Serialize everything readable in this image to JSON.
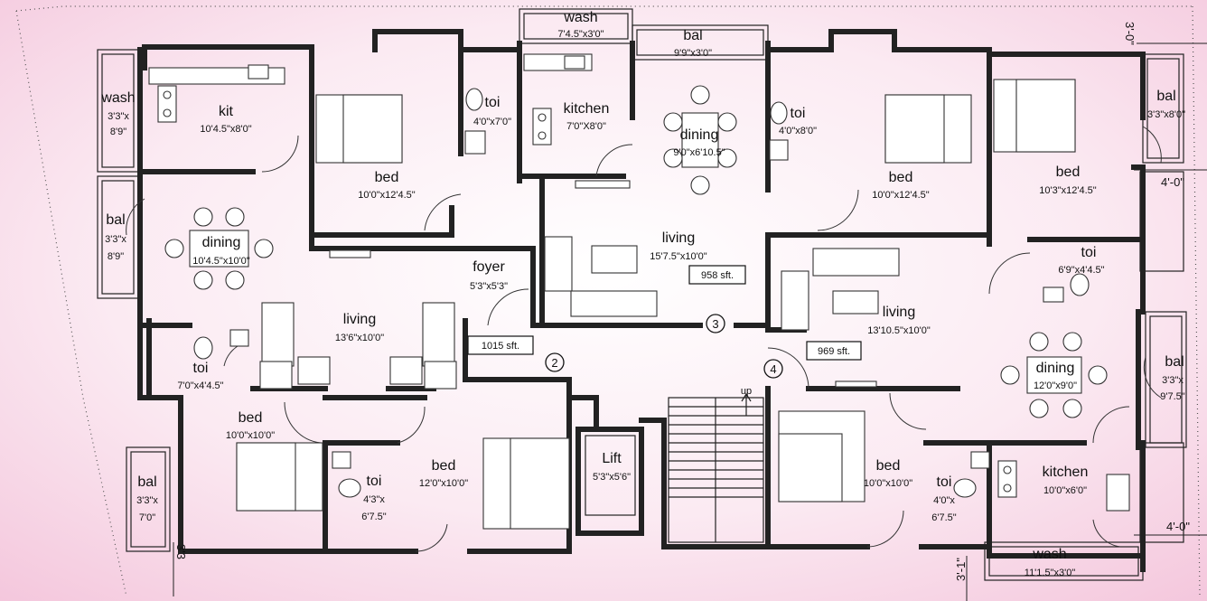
{
  "colors": {
    "background_center": "#ffffff",
    "background_edge": "#f4c6dc",
    "wall": "#222222"
  },
  "areas": {
    "a1015": "1015 sft.",
    "a958": "958 sft.",
    "a969": "969 sft."
  },
  "markers": {
    "m2": "2",
    "m3": "3",
    "m4": "4"
  },
  "rooms": {
    "wash_w": {
      "name": "wash",
      "d1": "3'3\"x",
      "d2": "8'9\""
    },
    "kit_w": {
      "name": "kit",
      "d1": "10'4.5\"x8'0\""
    },
    "bal_w": {
      "name": "bal",
      "d1": "3'3\"x",
      "d2": "8'9\""
    },
    "dining_w": {
      "name": "dining",
      "d1": "10'4.5\"x10'0\""
    },
    "toi_w": {
      "name": "toi",
      "d1": "7'0\"x4'4.5\""
    },
    "living_w": {
      "name": "living",
      "d1": "13'6\"x10'0\""
    },
    "bed_sw": {
      "name": "bed",
      "d1": "10'0\"x10'0\""
    },
    "bal_sw": {
      "name": "bal",
      "d1": "3'3\"x",
      "d2": "7'0\""
    },
    "toi_sw": {
      "name": "toi",
      "d1": "4'3\"x",
      "d2": "6'7.5\""
    },
    "bed_sc": {
      "name": "bed",
      "d1": "12'0\"x10'0\""
    },
    "bed_nw": {
      "name": "bed",
      "d1": "10'0\"x12'4.5\""
    },
    "toi_nw": {
      "name": "toi",
      "d1": "4'0\"x7'0\""
    },
    "foyer": {
      "name": "foyer",
      "d1": "5'3\"x5'3\""
    },
    "wash_n": {
      "name": "wash",
      "d1": "7'4.5\"x3'0\""
    },
    "kitchen_n": {
      "name": "kitchen",
      "d1": "7'0\"X8'0\""
    },
    "bal_n": {
      "name": "bal",
      "d1": "9'9\"x3'0\""
    },
    "dining_n": {
      "name": "dining",
      "d1": "9'0\"x6'10.5\""
    },
    "living_n": {
      "name": "living",
      "d1": "15'7.5\"x10'0\""
    },
    "toi_ne": {
      "name": "toi",
      "d1": "4'0\"x8'0\""
    },
    "bed_ne": {
      "name": "bed",
      "d1": "10'0\"x12'4.5\""
    },
    "bed_e": {
      "name": "bed",
      "d1": "10'3\"x12'4.5\""
    },
    "bal_ne": {
      "name": "bal",
      "d1": "3'3\"x8'0\""
    },
    "toi_e": {
      "name": "toi",
      "d1": "6'9\"x4'4.5\""
    },
    "living_e": {
      "name": "living",
      "d1": "13'10.5\"x10'0\""
    },
    "dining_e": {
      "name": "dining",
      "d1": "12'0\"x9'0\""
    },
    "bal_e": {
      "name": "bal",
      "d1": "3'3\"x",
      "d2": "9'7.5\""
    },
    "kitchen_e": {
      "name": "kitchen",
      "d1": "10'0\"x6'0\""
    },
    "wash_se": {
      "name": "wash",
      "d1": "11'1.5\"x3'0\""
    },
    "bed_se": {
      "name": "bed",
      "d1": "10'0\"x10'0\""
    },
    "toi_se": {
      "name": "toi",
      "d1": "4'0\"x",
      "d2": "6'7.5\""
    },
    "lift": {
      "name": "Lift",
      "d1": "5'3\"x5'6\""
    }
  },
  "stair_label": "up",
  "dims": {
    "top_right": "3'-0\"",
    "right_upper": "4'-0\"",
    "right_lower": "4'-0\"",
    "left_bottom": "3'3",
    "bottom_right": "3'-1\""
  }
}
